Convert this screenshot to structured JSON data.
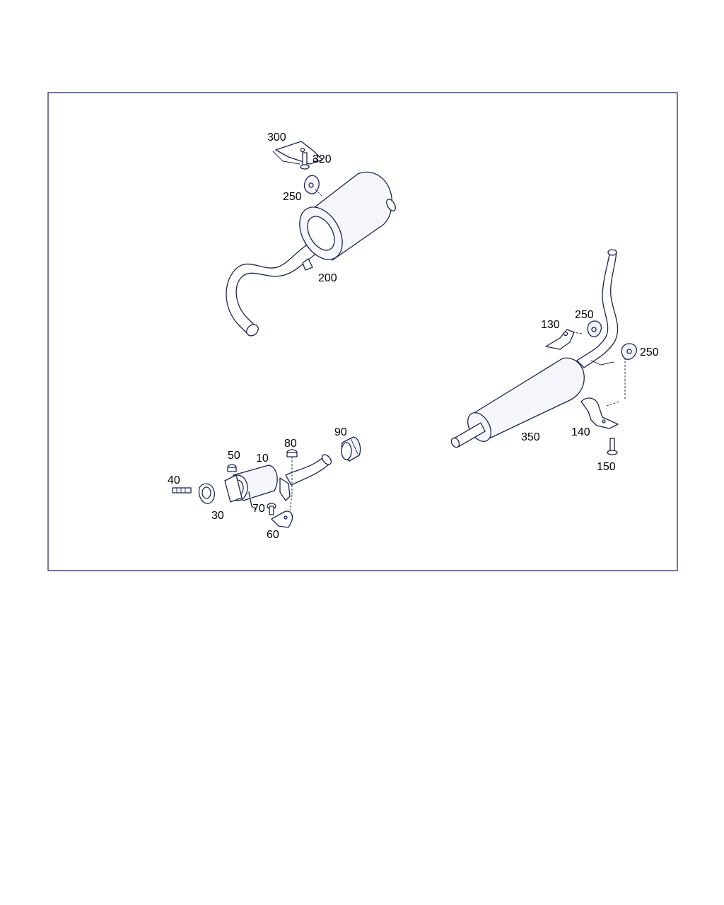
{
  "accent_colors": {
    "frame": "#2a2a6e",
    "line": "#1c2350",
    "label": "#000000"
  },
  "labels": {
    "p300": "300",
    "p320": "320",
    "p250_top": "250",
    "p200": "200",
    "p130": "130",
    "p250_right_a": "250",
    "p250_right_b": "250",
    "p350": "350",
    "p140": "140",
    "p150": "150",
    "p90": "90",
    "p80": "80",
    "p50": "50",
    "p10": "10",
    "p40": "40",
    "p30": "30",
    "p70": "70",
    "p60": "60"
  }
}
